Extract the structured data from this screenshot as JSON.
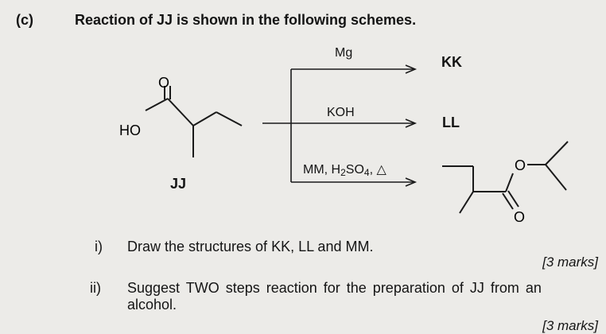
{
  "question": {
    "part_label": "(c)",
    "intro": "Reaction of JJ is shown in the following schemes.",
    "items": [
      {
        "num": "i)",
        "text": "Draw the structures of KK, LL and MM.",
        "marks": "[3 marks]"
      },
      {
        "num": "ii)",
        "text_line1": "Suggest TWO steps reaction for the preparation of JJ from an",
        "text_line2": "alcohol.",
        "marks": "[3 marks]"
      }
    ]
  },
  "scheme": {
    "reactant_name": "JJ",
    "reactant_atoms": {
      "carbonyl_O": "O",
      "hydroxyl": "HO"
    },
    "reactions": [
      {
        "reagent": "Mg",
        "product": "KK"
      },
      {
        "reagent": "KOH",
        "product": "LL"
      },
      {
        "reagent_main": "MM, H",
        "reagent_sub1": "2",
        "reagent_mid": "SO",
        "reagent_sub2": "4",
        "reagent_end": ", △"
      }
    ],
    "ester_atoms": {
      "ether_O": "O",
      "carbonyl_O": "O"
    }
  }
}
